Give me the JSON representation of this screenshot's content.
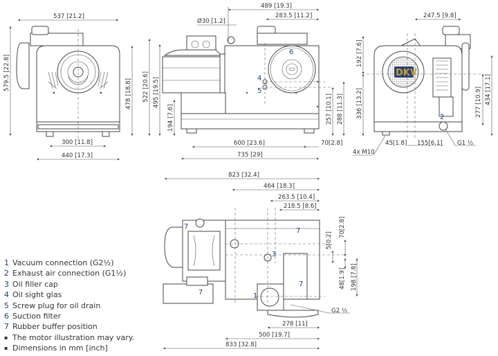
{
  "legend": {
    "items": [
      {
        "num": "1",
        "text": "Vacuum connection (G2½)"
      },
      {
        "num": "2",
        "text": "Exhaust air connection (G1½)"
      },
      {
        "num": "3",
        "text": "Oil filler cap"
      },
      {
        "num": "4",
        "text": "Oil sight glas"
      },
      {
        "num": "5",
        "text": "Screw plug for oil drain"
      },
      {
        "num": "6",
        "text": "Suction filter"
      },
      {
        "num": "7",
        "text": "Rubber buffer position"
      }
    ],
    "notes": [
      {
        "bullet": "▪",
        "text": "The motor illustration may vary."
      },
      {
        "bullet": "▪",
        "text": "Dimensions in mm [inch]"
      }
    ]
  },
  "front_view": {
    "dims": {
      "width_top": "537 [21.2]",
      "height_left": "579.5 [22.8]",
      "height_right": "478 [18.8]",
      "feet_spacing": "300 [11.8]",
      "base_width": "440 [17.3]"
    }
  },
  "side_view": {
    "dims": {
      "top_489": "489 [19.3]",
      "top_283": "283.5 [11.2]",
      "diameter": "Ø30 [1.2]",
      "h522": "522 [20.6]",
      "h495": "495 [19.5]",
      "h194": "194 [7.6]",
      "h257": "257 [10.1]",
      "h288": "288 [11.3]",
      "feet_600": "600 [23.6]",
      "offset_70": "70[2.8]",
      "total_735": "735 [29]"
    },
    "callouts": [
      "4",
      "5",
      "6"
    ]
  },
  "rear_view": {
    "dims": {
      "w247": "247.5 [9.8]",
      "h192": "192 [7.6]",
      "h336": "336 [13.2]",
      "h277": "277 [10.9]",
      "h434": "434 [17.1]",
      "d45": "45[1.8]",
      "d155": "155[6.1]",
      "thread_m10": "4x M10",
      "thread_g1": "G1 ½"
    },
    "callouts": [
      "2"
    ],
    "logo": "DKV"
  },
  "top_view": {
    "dims": {
      "w823": "823 [32.4]",
      "w464": "464 [18.3]",
      "w263": "263.5 [10.4]",
      "w218": "218.5 [8.6]",
      "v70": "70[2.8]",
      "v5": "5[0.2]",
      "v48": "48[1.9]",
      "v198": "198 [7.8]",
      "thread_g2": "G2 ½",
      "w278": "278 [11]",
      "w500": "500 [19.7]",
      "w833": "833 [32.8]"
    },
    "callouts": [
      "7",
      "7",
      "3",
      "7",
      "1",
      "7"
    ]
  },
  "colors": {
    "callout": "#1f3d7a",
    "logo_gold": "#c9a436",
    "logo_bg": "#2a3f73",
    "line": "#444444"
  }
}
